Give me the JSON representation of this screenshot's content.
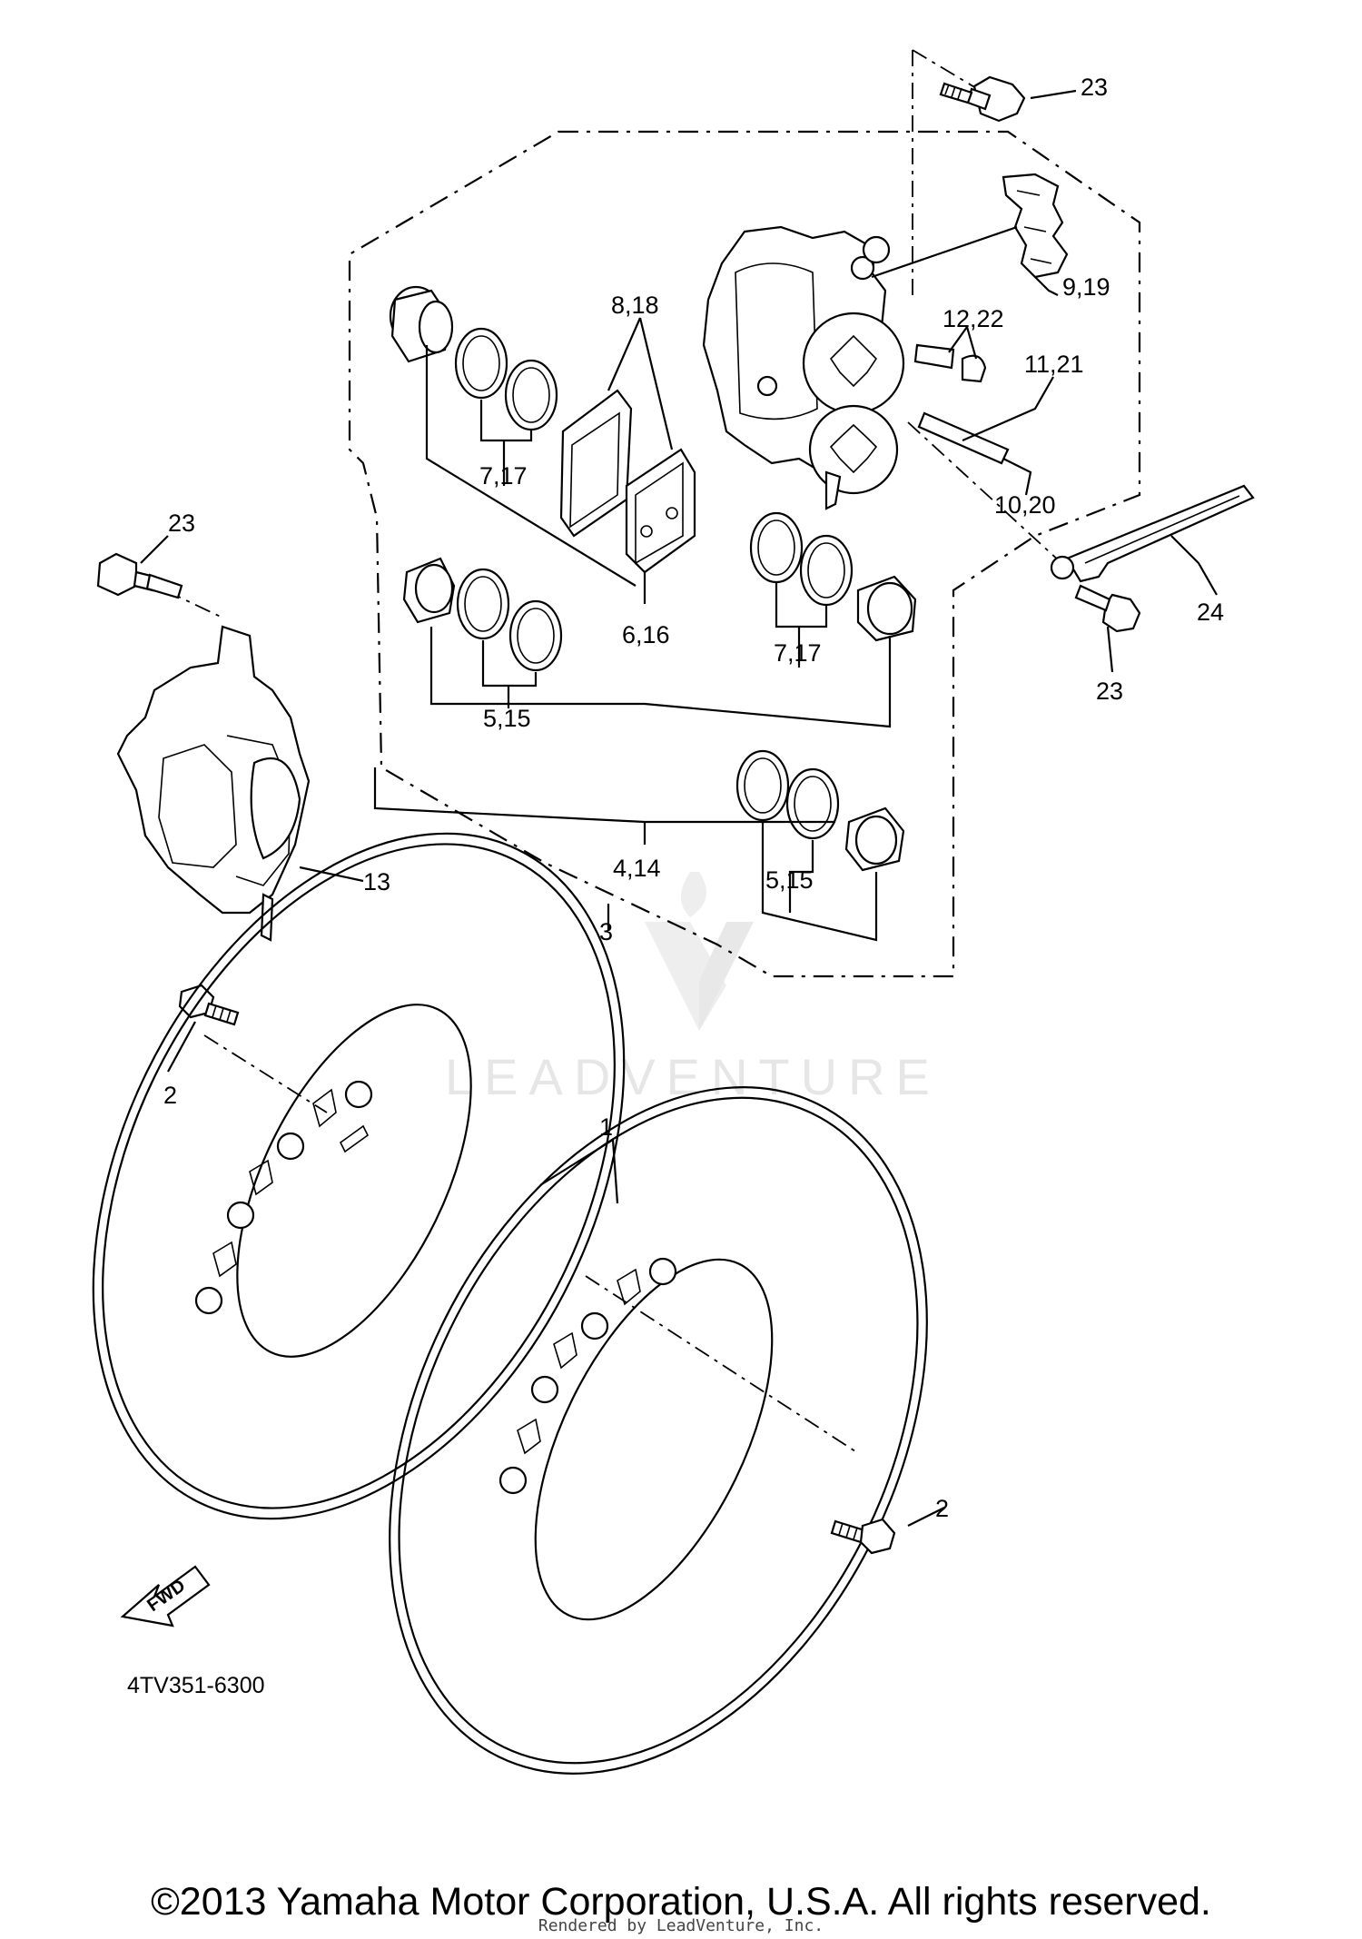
{
  "diagram": {
    "id_code": "4TV351-6300",
    "watermark": "LEADVENTURE",
    "fwd_label": "FWD",
    "callouts": [
      {
        "key": "c23a",
        "text": "23"
      },
      {
        "key": "c9_19",
        "text": "9,19"
      },
      {
        "key": "c12_22",
        "text": "12,22"
      },
      {
        "key": "c11_21",
        "text": "11,21"
      },
      {
        "key": "c8_18",
        "text": "8,18"
      },
      {
        "key": "c7_17a",
        "text": "7,17"
      },
      {
        "key": "c10_20",
        "text": "10,20"
      },
      {
        "key": "c23b",
        "text": "23"
      },
      {
        "key": "c24",
        "text": "24"
      },
      {
        "key": "c6_16",
        "text": "6,16"
      },
      {
        "key": "c7_17b",
        "text": "7,17"
      },
      {
        "key": "c23c",
        "text": "23"
      },
      {
        "key": "c5_15a",
        "text": "5,15"
      },
      {
        "key": "c13",
        "text": "13"
      },
      {
        "key": "c4_14",
        "text": "4,14"
      },
      {
        "key": "c5_15b",
        "text": "5,15"
      },
      {
        "key": "c3",
        "text": "3"
      },
      {
        "key": "c2a",
        "text": "2"
      },
      {
        "key": "c1",
        "text": "1"
      },
      {
        "key": "c2b",
        "text": "2"
      }
    ]
  },
  "footer": {
    "copyright": "©2013 Yamaha Motor Corporation, U.S.A. All rights reserved.",
    "rendered_by": "Rendered by LeadVenture, Inc."
  }
}
